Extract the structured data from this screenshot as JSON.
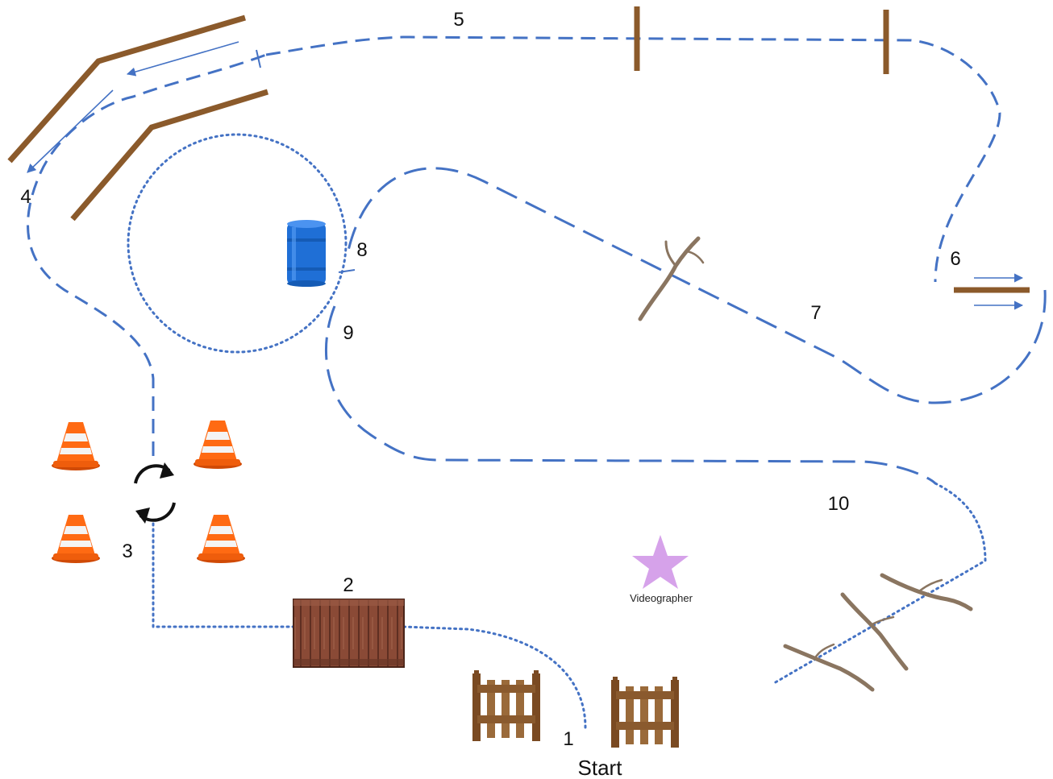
{
  "obstacles": [
    {
      "number": "1",
      "extra": "Start"
    },
    {
      "number": "2"
    },
    {
      "number": "3"
    },
    {
      "number": "4"
    },
    {
      "number": "5"
    },
    {
      "number": "6"
    },
    {
      "number": "7"
    },
    {
      "number": "8"
    },
    {
      "number": "9"
    },
    {
      "number": "10"
    }
  ],
  "videographer": {
    "label": "Videographer",
    "color": "#d6a2ea"
  },
  "colors": {
    "path": "#4472c4",
    "wood": "#8b5a2b",
    "cone": "#ff6a13",
    "barrel": "#1f6fd6"
  },
  "icons": [
    "traffic-cone-icon",
    "rotate-arrows-icon",
    "barrel-icon",
    "bridge-icon",
    "gate-icon",
    "branch-icon",
    "star-icon"
  ]
}
